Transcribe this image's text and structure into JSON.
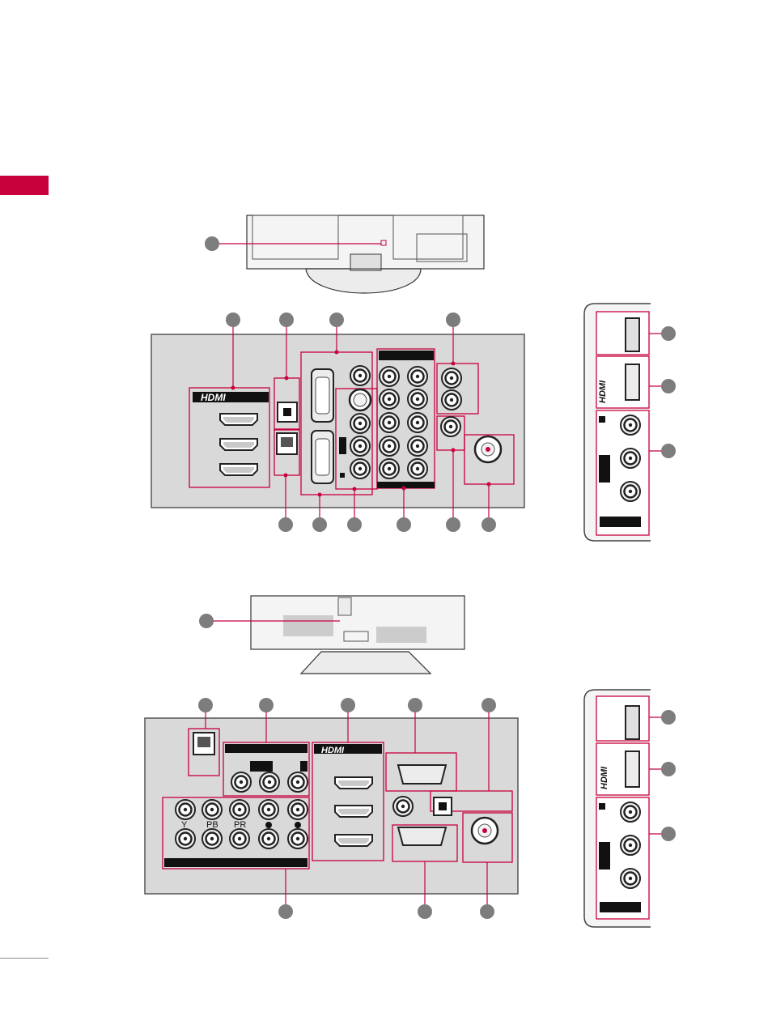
{
  "section_tab": {
    "color": "#c8003c"
  },
  "diagram1": {
    "labels": {
      "hdmi": "HDMI",
      "side_hdmi": "HDMI"
    }
  },
  "diagram2": {
    "labels": {
      "hdmi": "HDMI",
      "side_hdmi": "HDMI",
      "y": "Y",
      "pb": "PB",
      "pr": "PR"
    }
  },
  "colors": {
    "accent": "#c8003c",
    "callout": "#7d7d7d",
    "panel": "#d9d9d9"
  }
}
